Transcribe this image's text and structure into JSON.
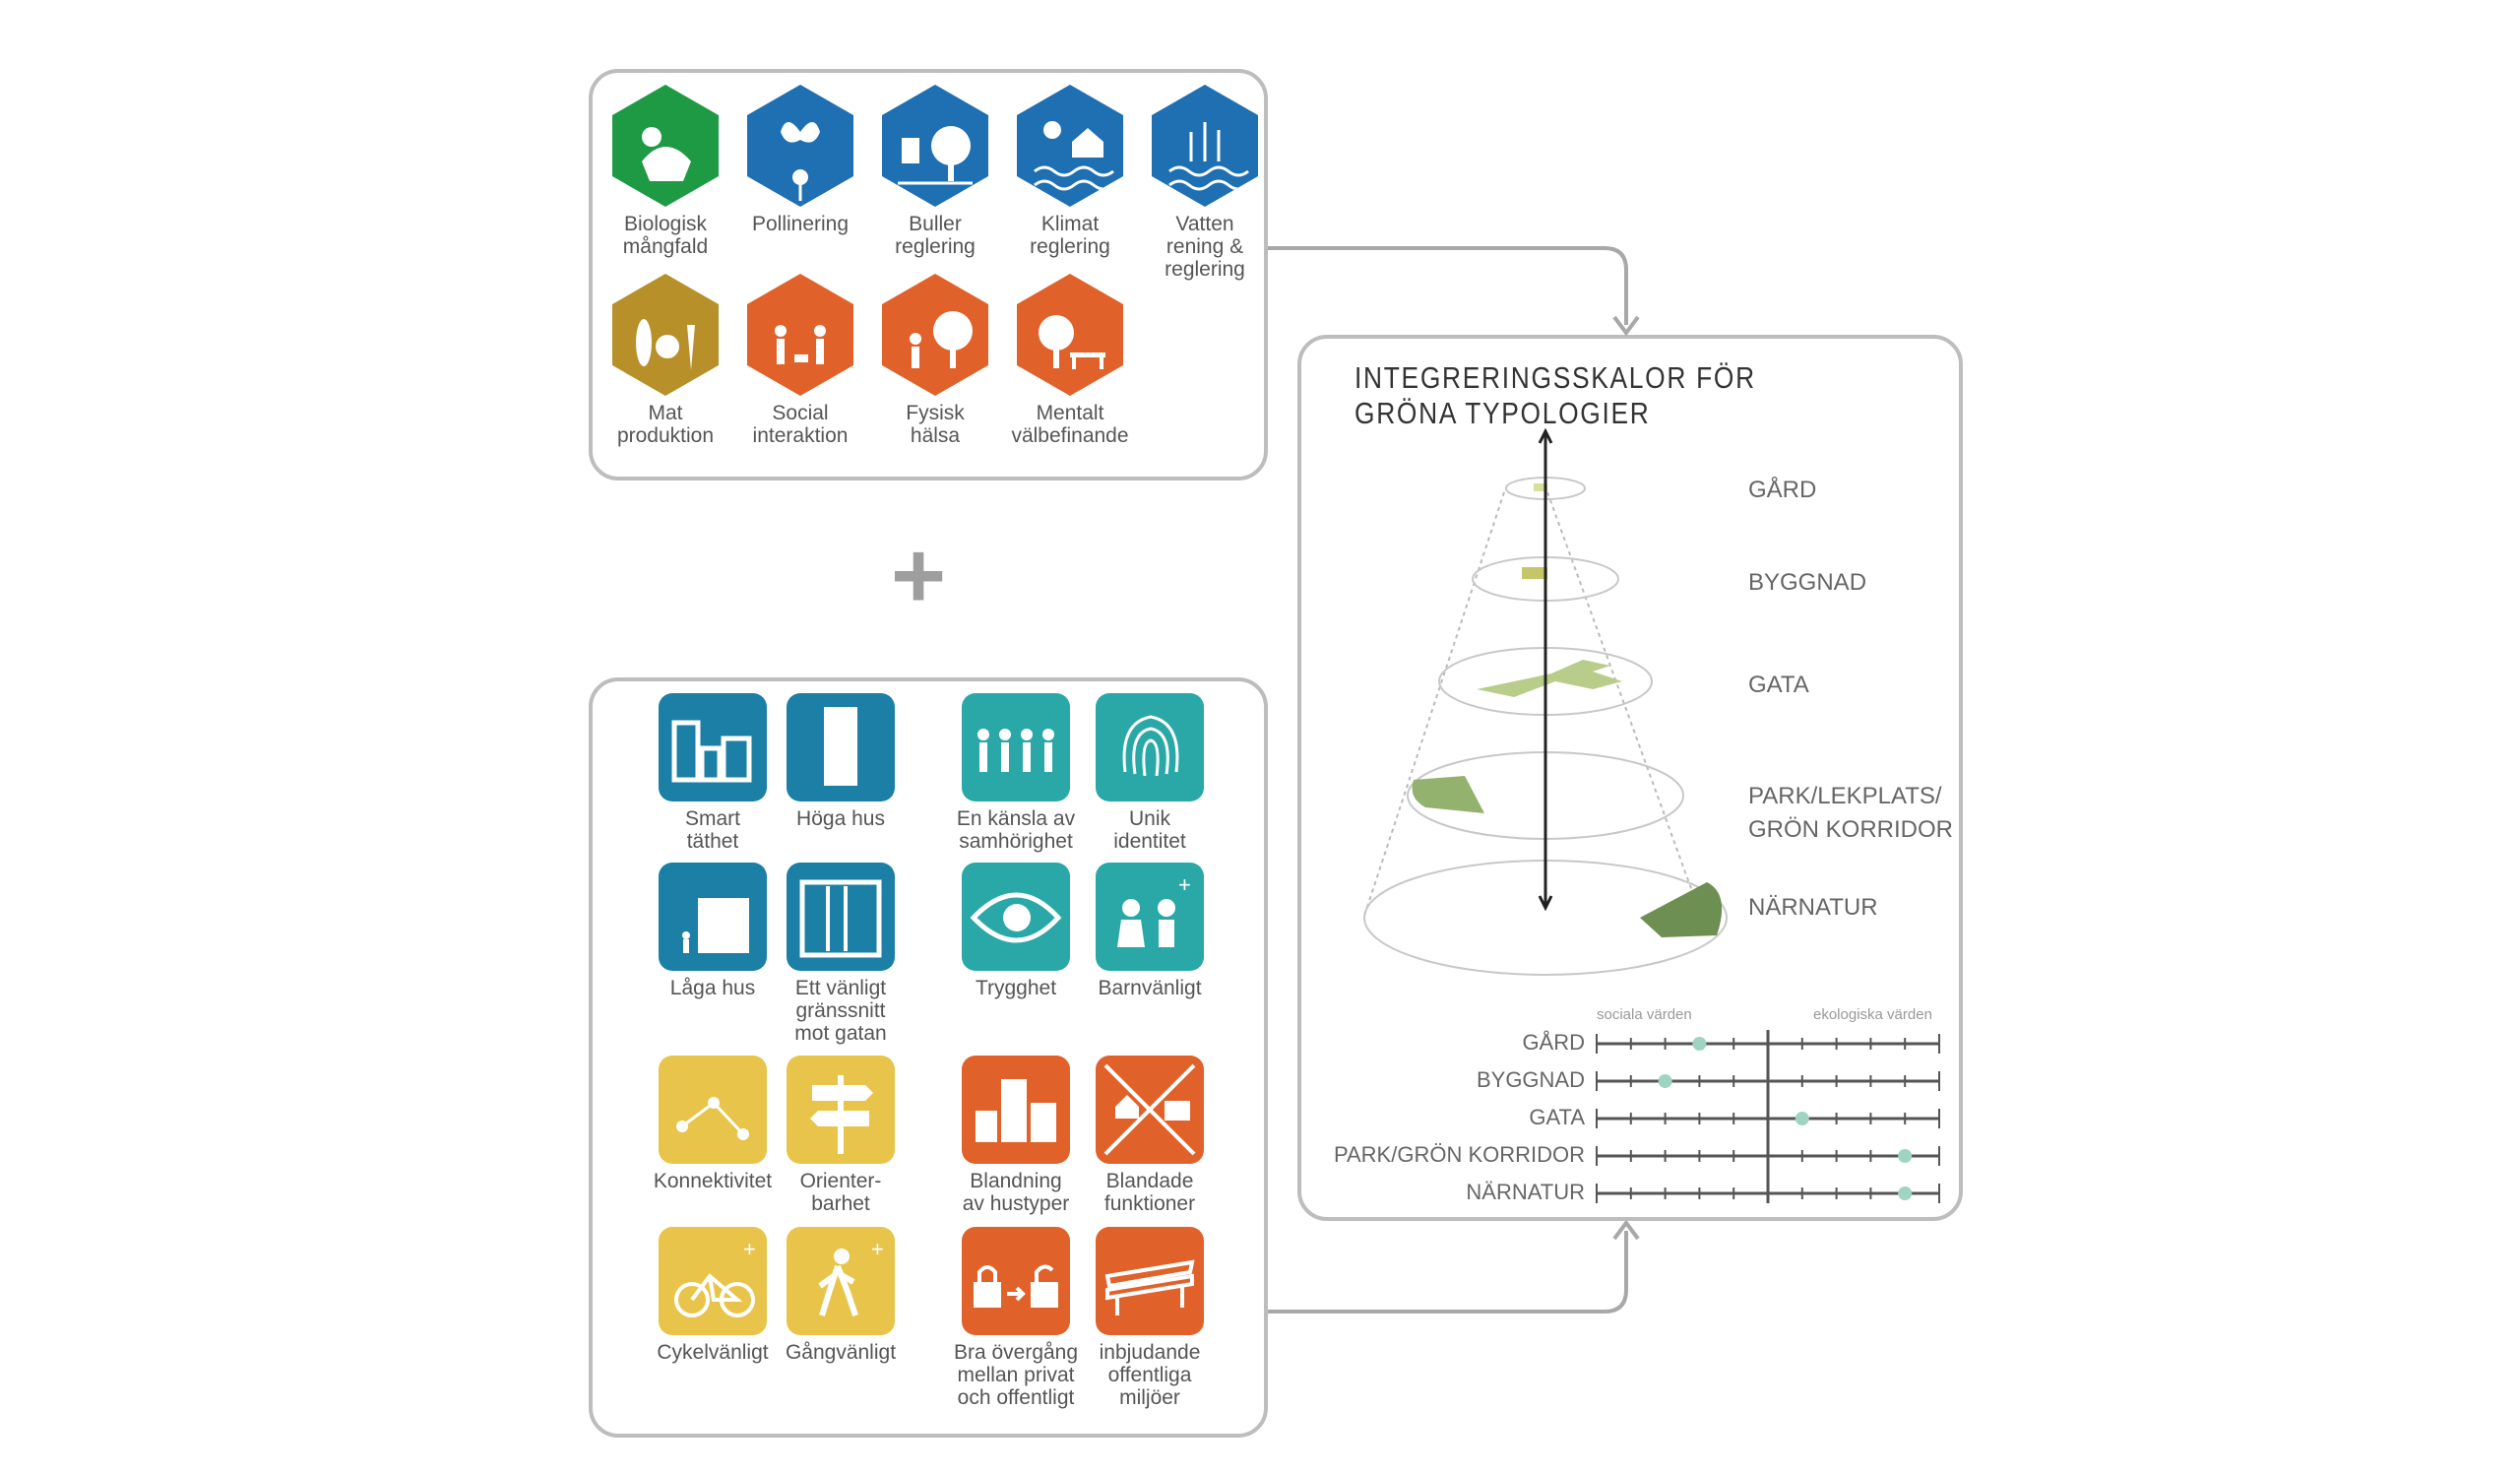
{
  "ecosystem": {
    "row1": [
      {
        "label": "Biologisk\nmångfald",
        "icon": "wildlife-icon",
        "color": "#1e9a45"
      },
      {
        "label": "Pollinering",
        "icon": "butterfly-flower-icon",
        "color": "#1f6fb3"
      },
      {
        "label": "Buller\nreglering",
        "icon": "noise-tree-icon",
        "color": "#1f6fb3"
      },
      {
        "label": "Klimat\nreglering",
        "icon": "climate-house-icon",
        "color": "#1f6fb3"
      },
      {
        "label": "Vatten\nrening &\nreglering",
        "icon": "water-reed-icon",
        "color": "#1f6fb3"
      }
    ],
    "row2": [
      {
        "label": "Mat\nproduktion",
        "icon": "food-icon",
        "color": "#b8902a"
      },
      {
        "label": "Social\ninteraktion",
        "icon": "people-dog-icon",
        "color": "#e0622a"
      },
      {
        "label": "Fysisk\nhälsa",
        "icon": "walking-tree-icon",
        "color": "#e0622a"
      },
      {
        "label": "Mentalt\nvälbefinande",
        "icon": "bench-tree-icon",
        "color": "#e0622a"
      }
    ]
  },
  "urban": {
    "col_left": [
      [
        {
          "label": "Smart\ntäthet",
          "icon": "smart-density-icon",
          "color": "#1b7fa6"
        },
        {
          "label": "Höga hus",
          "icon": "tall-building-icon",
          "color": "#1b7fa6"
        }
      ],
      [
        {
          "label": "Låga hus",
          "icon": "low-building-icon",
          "color": "#1b7fa6"
        },
        {
          "label": "Ett vänligt\ngränssnitt\nmot gatan",
          "icon": "street-interface-icon",
          "color": "#1b7fa6"
        }
      ],
      [
        {
          "label": "Konnektivitet",
          "icon": "connectivity-icon",
          "color": "#e8c54a"
        },
        {
          "label": "Orienter-\nbarhet",
          "icon": "signpost-icon",
          "color": "#e8c54a"
        }
      ],
      [
        {
          "label": "Cykelvänligt",
          "icon": "bicycle-icon",
          "color": "#e8c54a"
        },
        {
          "label": "Gångvänligt",
          "icon": "pedestrian-icon",
          "color": "#e8c54a"
        }
      ]
    ],
    "col_right": [
      [
        {
          "label": "En känsla av\nsamhörighet",
          "icon": "community-icon",
          "color": "#2aa8a8"
        },
        {
          "label": "Unik\nidentitet",
          "icon": "fingerprint-icon",
          "color": "#2aa8a8"
        }
      ],
      [
        {
          "label": "Trygghet",
          "icon": "eye-icon",
          "color": "#2aa8a8"
        },
        {
          "label": "Barnvänligt",
          "icon": "children-icon",
          "color": "#2aa8a8"
        }
      ],
      [
        {
          "label": "Blandning\nav hustyper",
          "icon": "mixed-housing-icon",
          "color": "#e0622a"
        },
        {
          "label": "Blandade\nfunktioner",
          "icon": "mixed-functions-icon",
          "color": "#e0622a"
        }
      ],
      [
        {
          "label": "Bra övergång\nmellan privat\noch offentligt",
          "icon": "lock-transition-icon",
          "color": "#e0622a"
        },
        {
          "label": "inbjudande\noffentliga\nmiljöer",
          "icon": "public-bench-icon",
          "color": "#e0622a"
        }
      ]
    ]
  },
  "plus_sign": "+",
  "integration": {
    "title": "INTEGRERINGSSKALOR FÖR GRÖNA TYPOLOGIER",
    "levels": [
      "GÅRD",
      "BYGGNAD",
      "GATA",
      "PARK/LEKPLATS/\nGRÖN KORRIDOR",
      "NÄRNATUR"
    ],
    "scale_left": "sociala värden",
    "scale_right": "ekologiska värden",
    "rows": [
      {
        "label": "GÅRD",
        "value": 0.3
      },
      {
        "label": "BYGGNAD",
        "value": 0.2
      },
      {
        "label": "GATA",
        "value": 0.6
      },
      {
        "label": "PARK/GRÖN KORRIDOR",
        "value": 0.9
      },
      {
        "label": "NÄRNATUR",
        "value": 0.9
      }
    ],
    "colors": {
      "green": "#8cab6a",
      "dark_green": "#6e8f52",
      "marker": "#9fd4c2",
      "axis": "#555555"
    }
  }
}
